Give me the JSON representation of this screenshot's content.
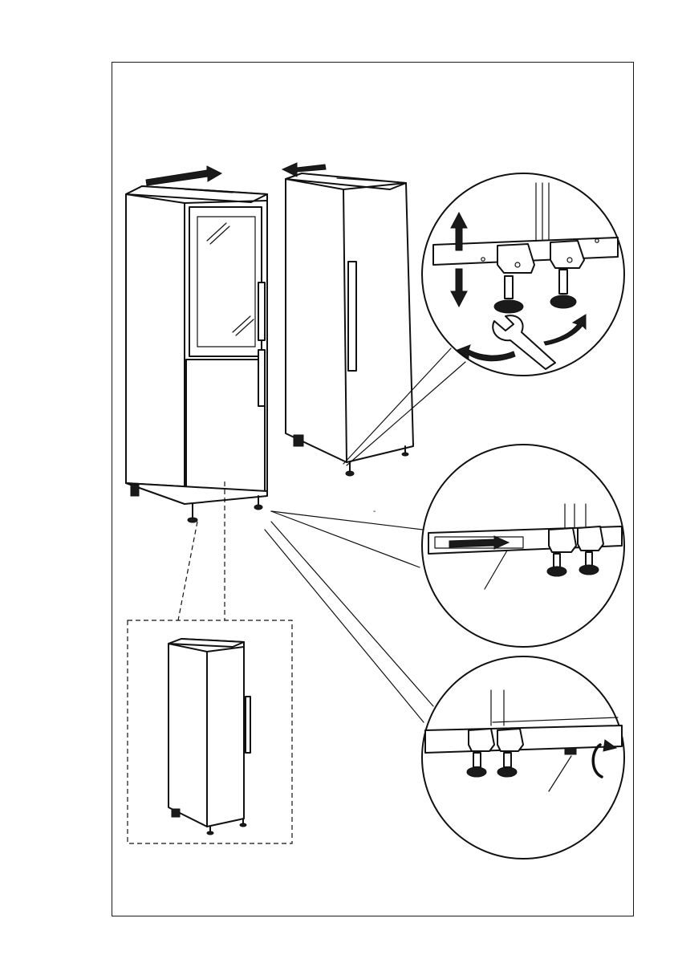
{
  "figure": {
    "icons": [
      "appliance-left-glass-door",
      "appliance-right-solid-door",
      "appliance-single-inset",
      "arrow-right-icon",
      "arrow-left-icon",
      "up-down-arrow-icon",
      "rotate-arrows-icon",
      "circular-arrow-icon",
      "wrench-icon"
    ],
    "colors": {
      "line": "#111111",
      "background": "#ffffff"
    }
  }
}
